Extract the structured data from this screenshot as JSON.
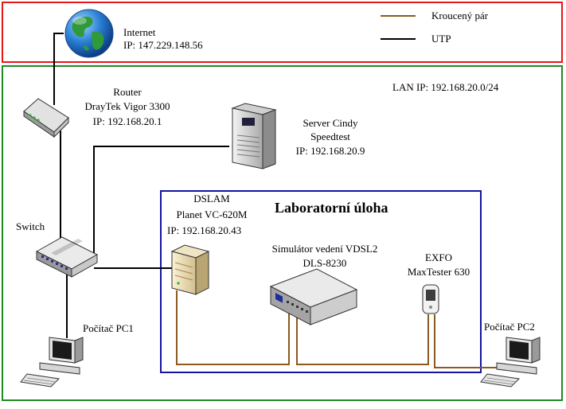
{
  "legend": {
    "twisted_pair": "Kroucený pár",
    "utp": "UTP",
    "twisted_pair_color": "#8B5A1E",
    "utp_color": "#000000"
  },
  "zones": {
    "internet_border_color": "#E8151B",
    "lan_border_color": "#1E8A24",
    "lab_border_color": "#1414A0",
    "lan_ip": "LAN IP: 192.168.20.0/24",
    "lab_title": "Laboratorní úloha"
  },
  "internet": {
    "name": "Internet",
    "ip": "IP: 147.229.148.56",
    "icon": "globe-icon"
  },
  "router": {
    "title": "Router",
    "model": "DrayTek Vigor 3300",
    "ip": "IP: 192.168.20.1",
    "icon": "router-icon"
  },
  "server": {
    "name": "Server Cindy",
    "role": "Speedtest",
    "ip": "IP: 192.168.20.9",
    "icon": "server-tower-icon"
  },
  "dslam": {
    "title": "DSLAM",
    "model": "Planet VC-620M",
    "ip": "IP: 192.168.20.43",
    "icon": "dslam-icon"
  },
  "switch": {
    "label": "Switch",
    "icon": "switch-icon"
  },
  "simulator": {
    "title": "Simulátor vedení VDSL2",
    "model": "DLS-8230",
    "icon": "line-simulator-icon"
  },
  "exfo": {
    "name": "EXFO",
    "model": "MaxTester 630",
    "icon": "handheld-tester-icon"
  },
  "pc1": {
    "label": "Počítač PC1",
    "icon": "desktop-pc-icon"
  },
  "pc2": {
    "label": "Počítač PC2",
    "icon": "desktop-pc-icon"
  }
}
